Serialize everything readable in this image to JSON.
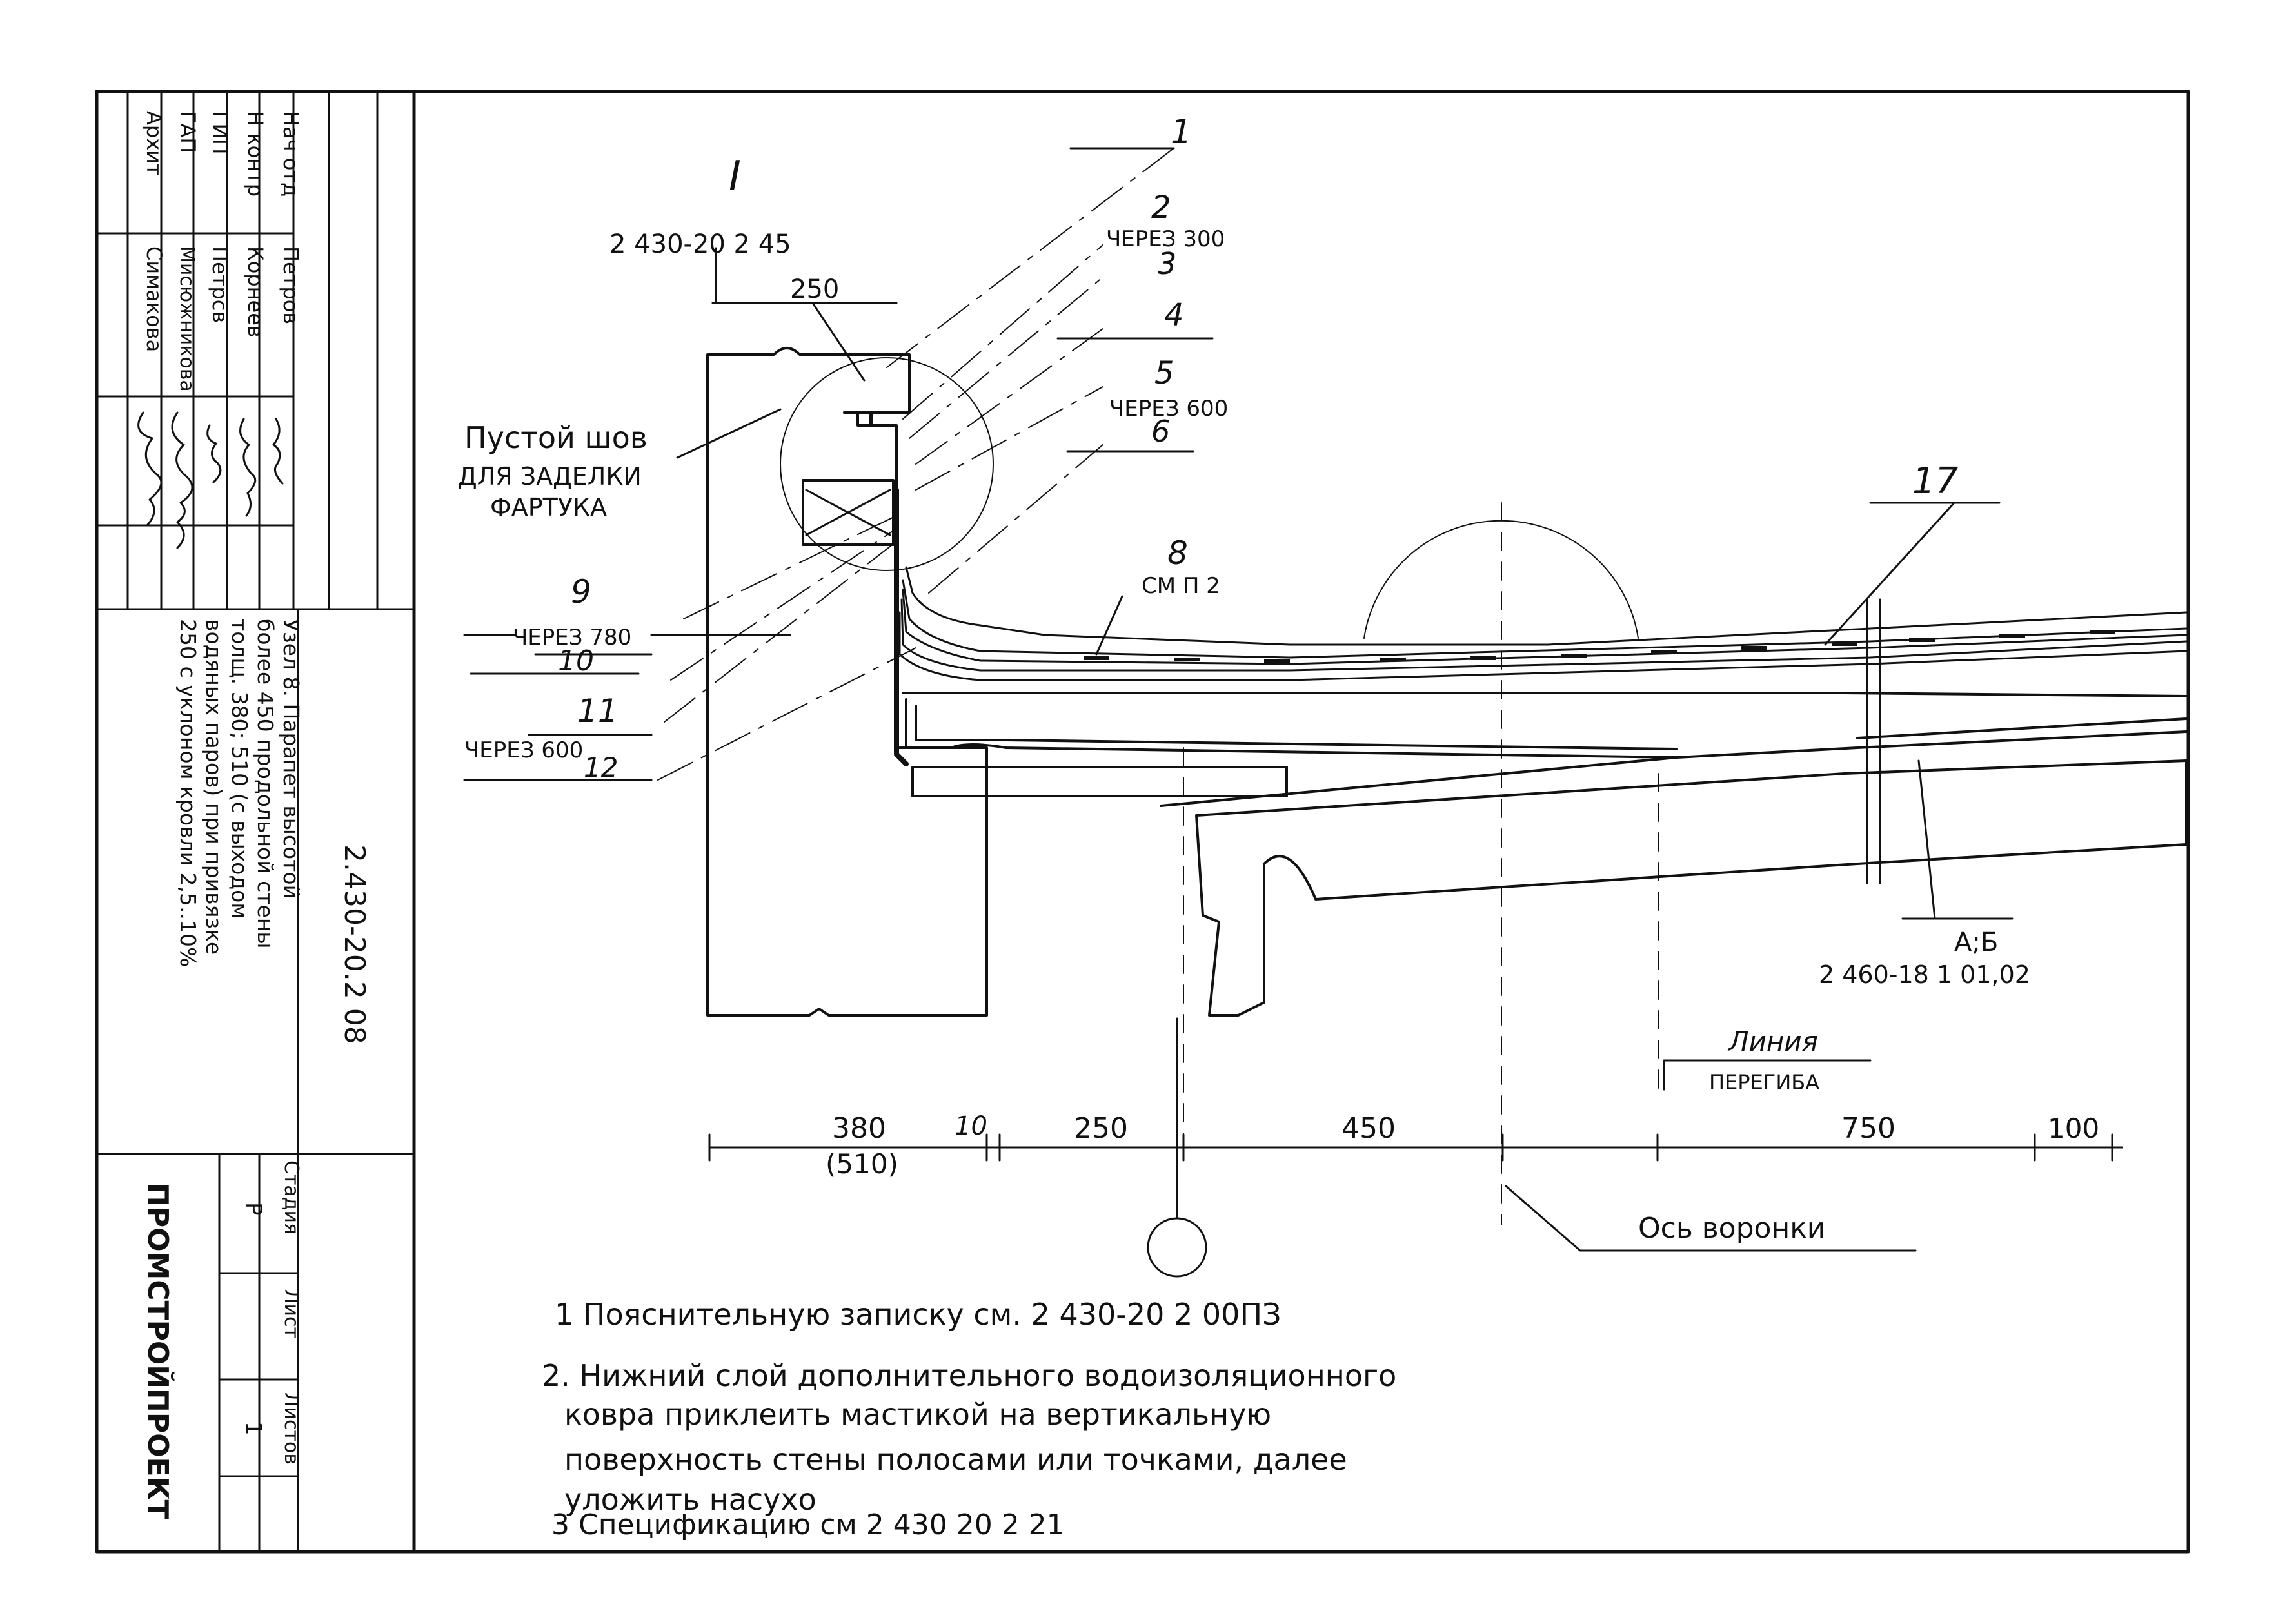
{
  "title_block": {
    "roles": [
      "Нач отд",
      "Н контр",
      "ГИП",
      "ГАП",
      "Архит"
    ],
    "names": [
      "Петров",
      "Корнеев",
      "Петрсв",
      "Мисюжникова",
      "Симакова"
    ],
    "sheet_code": "2.430-20.2 08",
    "description": [
      "Узел 8. Парапет высотой",
      "более 450 продольной стены",
      "толщ. 380; 510 (с выходом",
      "водяных паров) при привязке",
      "250 с уклоном кровли 2,5..10%"
    ],
    "stage_header": "Стадия",
    "sheet_header": "Лист",
    "sheets_header": "Листов",
    "stage_value": "Р",
    "sheets_value": "1",
    "company": "ПРОМСТРОЙПРОЕКТ"
  },
  "callouts": {
    "c1": "1",
    "c2": "2",
    "c2_note": "ЧЕРЕЗ 300",
    "c3": "3",
    "c4": "4",
    "c5": "5",
    "c5_note": "ЧЕРЕЗ 600",
    "c6": "6",
    "c8": "8",
    "c8_note": "СМ П 2",
    "c9": "9",
    "c9_note": "ЧЕРЕЗ 780",
    "c10": "10",
    "c11": "11",
    "c11_note": "ЧЕРЕЗ 600",
    "c12": "12",
    "c17": "17",
    "node_mark": "I",
    "node_ref": "2 430-20 2 45"
  },
  "labels": {
    "empty_seam": "Пустой шов",
    "apron1": "ДЛЯ ЗАДЕЛКИ",
    "apron2": "ФАРТУКА",
    "bend1": "Линия",
    "bend2": "ПЕРЕГИБА",
    "funnel_axis": "Ось воронки",
    "ab": "А;Б",
    "ab_ref": "2 460-18 1 01,02"
  },
  "dimensions": {
    "d250_top": "250",
    "d380": "380",
    "d510": "(510)",
    "d10": "10",
    "d250": "250",
    "d450": "450",
    "d750": "750",
    "d100": "100"
  },
  "notes": [
    "1 Пояснительную записку см. 2 430-20 2 00ПЗ",
    "2. Нижний слой дополнительного водоизоляционного",
    "ковра приклеить мастикой на вертикальную",
    "поверхность стены полосами или точками, далее",
    "уложить насухо",
    "3 Спецификацию см 2 430 20 2 21"
  ]
}
